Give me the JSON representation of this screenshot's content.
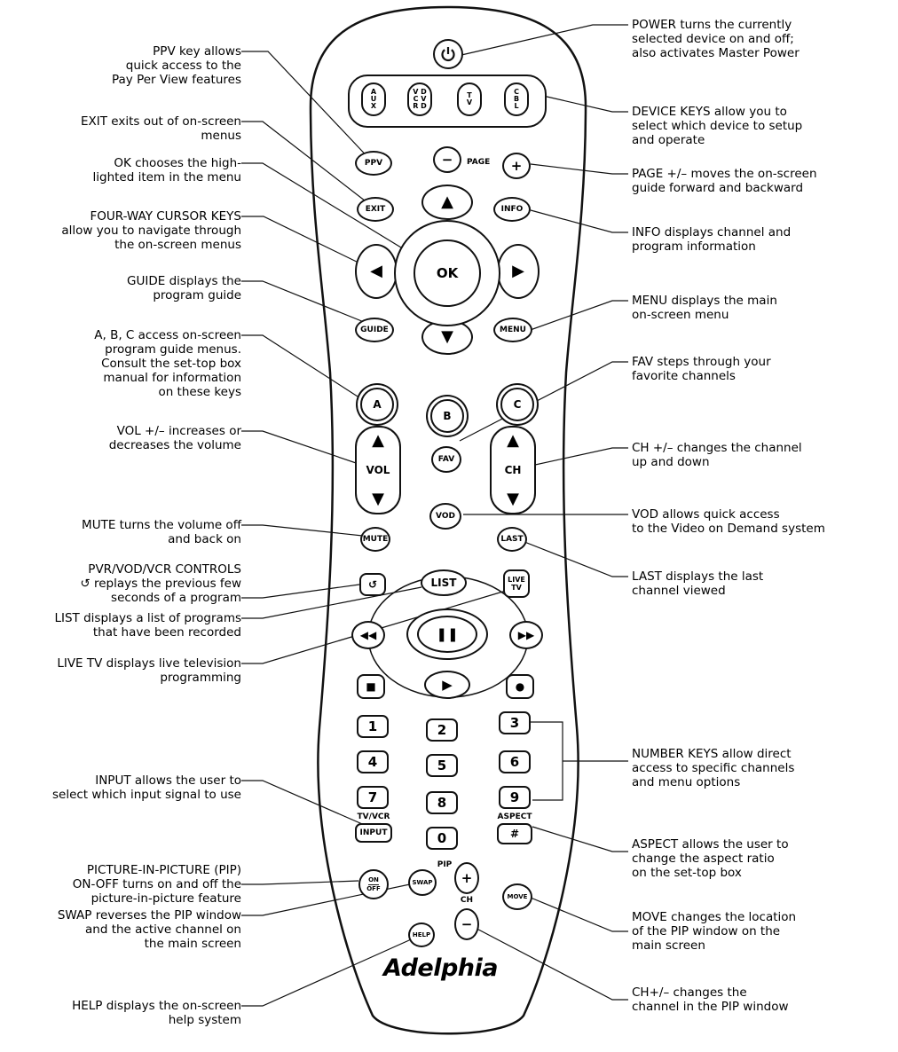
{
  "labels_left": [
    "PPV key allows\nquick access to the\nPay Per View features",
    "EXIT exits out of on-screen\nmenus",
    "OK  chooses the high-\nlighted item in the menu",
    "FOUR-WAY CURSOR KEYS\nallow you to navigate through\nthe on-screen menus",
    "GUIDE  displays the\nprogram guide",
    "A, B, C  access on-screen\nprogram guide menus.\nConsult the set-top box\nmanual for information\non these keys",
    "VOL +/–  increases or\ndecreases the volume",
    "MUTE  turns the volume off\nand back on",
    "PVR/VOD/VCR CONTROLS\n↺ replays the previous few\nseconds of a program",
    "LIST displays a list of programs\nthat have been recorded",
    "LIVE TV displays live television\nprogramming",
    "INPUT  allows the user to\nselect which input signal to use",
    "PICTURE-IN-PICTURE (PIP)\nON-OFF turns on and off the\npicture-in-picture feature",
    "SWAP reverses the PIP window\nand the active channel on\nthe main screen",
    "HELP displays the on-screen\nhelp system"
  ],
  "labels_right": [
    "POWER  turns the currently\nselected device on and off;\nalso activates Master Power",
    "DEVICE KEYS  allow you to\nselect which device to setup\nand operate",
    "PAGE +/–  moves the on-screen\nguide forward and backward",
    "INFO  displays channel and\nprogram information",
    "MENU  displays the main\non-screen menu",
    "FAV  steps through your\nfavorite channels",
    "CH +/–  changes the channel\nup and down",
    "VOD  allows quick access\nto the Video on Demand system",
    "LAST  displays the last\nchannel viewed",
    "NUMBER KEYS  allow direct\naccess to specific channels\nand menu options",
    "ASPECT  allows the user to\nchange the aspect ratio\non the set-top box",
    "MOVE  changes the location\nof the PIP window on the\nmain screen",
    "CH+/–  changes the\nchannel in the PIP window"
  ],
  "remote": {
    "brand": "Adelphia",
    "power_icon": "power-icon",
    "devices": [
      {
        "lines": [
          "A",
          "U",
          "X"
        ]
      },
      {
        "lines": [
          "V D",
          "C V",
          "R D"
        ]
      },
      {
        "lines": [
          "T",
          "V"
        ]
      },
      {
        "lines": [
          "C",
          "B",
          "L"
        ]
      }
    ],
    "ppv": "PPV",
    "page": "PAGE",
    "minus": "−",
    "plus": "+",
    "exit": "EXIT",
    "info": "INFO",
    "ok": "OK",
    "guide": "GUIDE",
    "menu": "MENU",
    "a": "A",
    "b": "B",
    "c": "C",
    "vol": "VOL",
    "ch": "CH",
    "fav": "FAV",
    "vod": "VOD",
    "mute": "MUTE",
    "last": "LAST",
    "list": "LIST",
    "live_tv": "LIVE\nTV",
    "numbers": [
      "1",
      "2",
      "3",
      "4",
      "5",
      "6",
      "7",
      "8",
      "9",
      "0"
    ],
    "tv_vcr": "TV/VCR",
    "input": "INPUT",
    "aspect": "ASPECT",
    "hash": "#",
    "on": "ON",
    "off": "OFF",
    "swap": "SWAP",
    "pip": "PIP",
    "move": "MOVE",
    "help": "HELP",
    "pip_ch": "CH"
  }
}
